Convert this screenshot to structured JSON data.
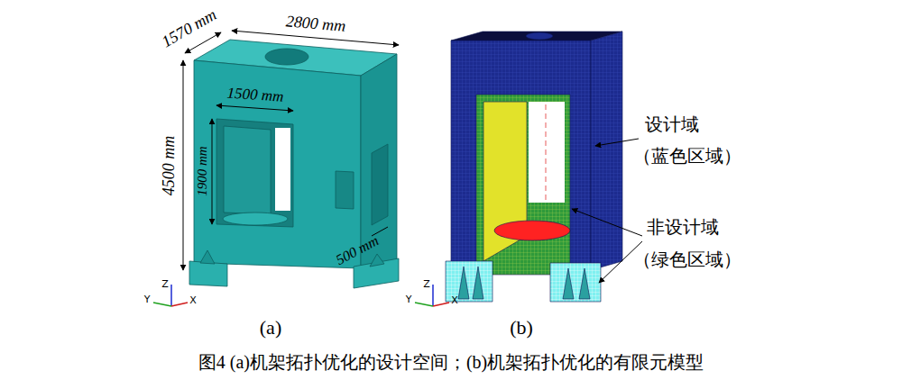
{
  "diagram": {
    "caption": "图4 (a)机架拓扑优化的设计空间；(b)机架拓扑优化的有限元模型",
    "labels": [
      "1570 mm",
      "2800 mm",
      "4500 mm",
      "1500 mm",
      "1900 mm",
      "500 mm",
      "(a)",
      "(b)",
      "设计域",
      "（蓝色区域）",
      "非设计域",
      "（绿色区域）",
      "Z",
      "Y",
      "X",
      "Z",
      "Y",
      "X"
    ]
  }
}
